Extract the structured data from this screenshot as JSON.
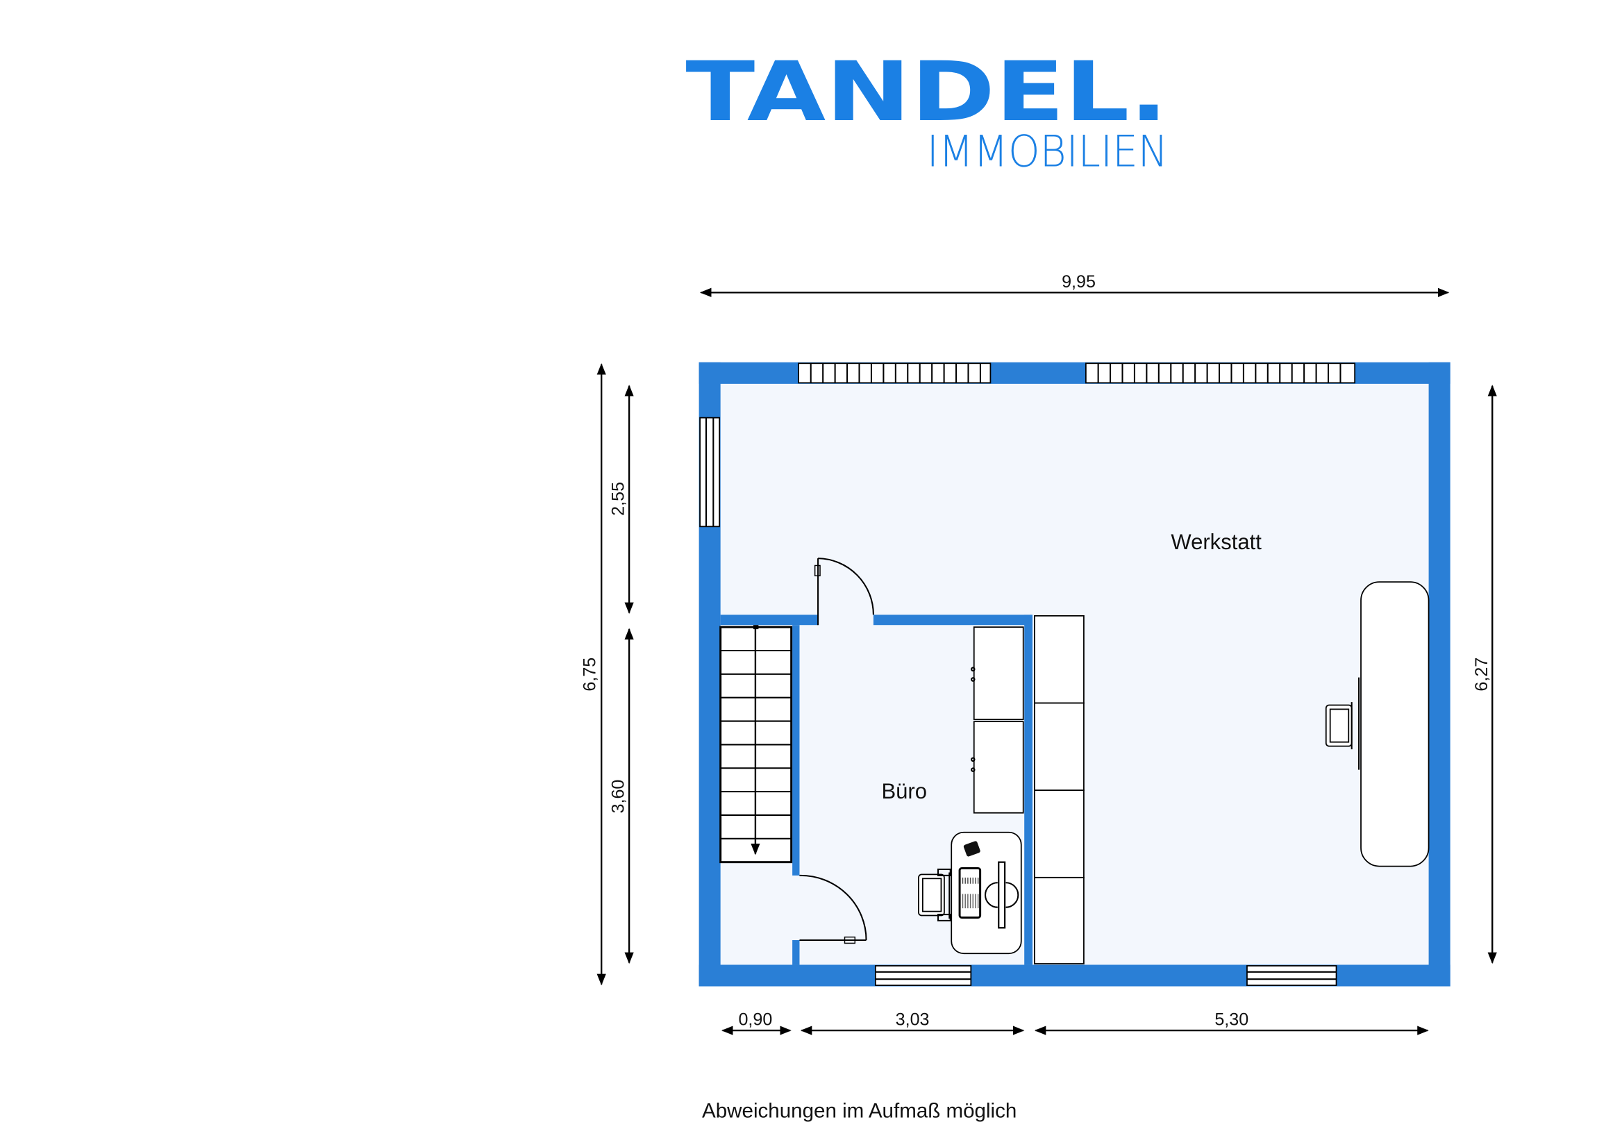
{
  "logo": {
    "brand": "TANDEL.",
    "subtitle": "IMMOBILIEN",
    "color": "#1b80e4"
  },
  "colors": {
    "wall": "#2a7fd6",
    "floor": "#f3f7fd"
  },
  "rooms": {
    "workshop": "Werkstatt",
    "office": "Büro"
  },
  "dimensions": {
    "total_width": "9,95",
    "total_height_left": "6,75",
    "upper_left": "2,55",
    "lower_left": "3,60",
    "right_height": "6,27",
    "bottom_1": "0,90",
    "bottom_2": "3,03",
    "bottom_3": "5,30"
  },
  "footer_note": "Abweichungen im Aufmaß möglich"
}
